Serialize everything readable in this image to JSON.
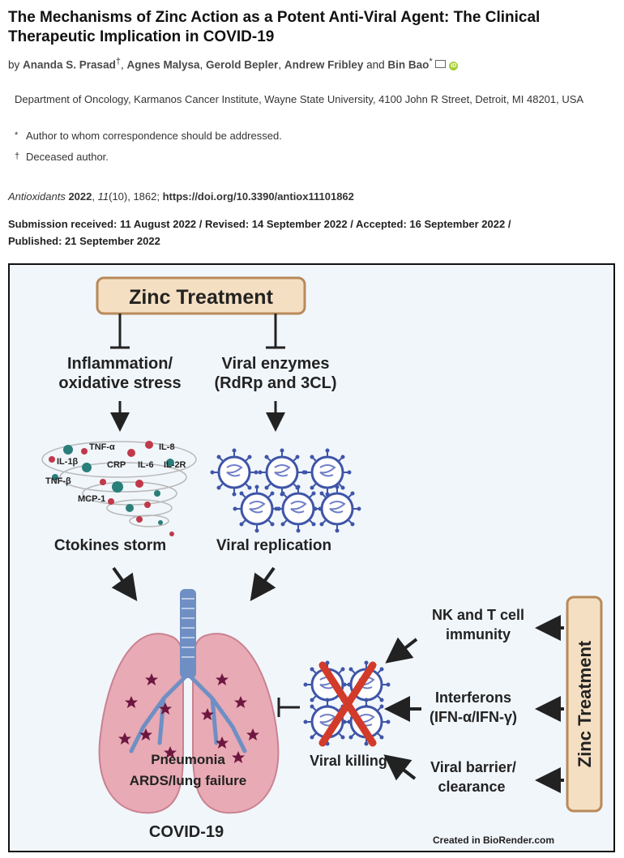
{
  "article": {
    "title": "The Mechanisms of Zinc Action as a Potent Anti-Viral Agent: The Clinical Therapeutic Implication in COVID-19",
    "by": "by",
    "authors": [
      {
        "name": "Ananda S. Prasad",
        "mark": "†"
      },
      {
        "name": "Agnes Malysa",
        "mark": ""
      },
      {
        "name": "Gerold Bepler",
        "mark": ""
      },
      {
        "name": "Andrew Fribley",
        "mark": ""
      },
      {
        "name": "Bin Bao",
        "mark": "*"
      }
    ],
    "and": "and",
    "affiliation": "Department of Oncology, Karmanos Cancer Institute, Wayne State University, 4100 John R Street, Detroit, MI 48201, USA",
    "notes": [
      {
        "mark": "*",
        "text": "Author to whom correspondence should be addressed."
      },
      {
        "mark": "†",
        "text": "Deceased author."
      }
    ],
    "citation": {
      "journal": "Antioxidants",
      "year": "2022",
      "volume": "11",
      "issue": "(10), 1862;",
      "doi": "https://doi.org/10.3390/antiox11101862"
    },
    "dates_line1": "Submission received: 11 August 2022 / Revised: 14 September 2022 / Accepted: 16 September 2022 /",
    "dates_line2": "Published: 21 September 2022"
  },
  "figure": {
    "top_box": "Zinc Treatment",
    "left_target_1": "Inflammation/",
    "left_target_2": "oxidative stress",
    "right_target_1": "Viral enzymes",
    "right_target_2": "(RdRp and 3CL)",
    "cytokines": [
      "IL-1β",
      "TNF-α",
      "IL-8",
      "CRP",
      "IL-6",
      "IL-2R",
      "TNF-β",
      "MCP-1"
    ],
    "left_outcome": "Ctokines storm",
    "right_outcome": "Viral replication",
    "lung_label_1": "Pneumonia",
    "lung_label_2": "ARDS/lung failure",
    "covid_label": "COVID-19",
    "viral_killing": "Viral killing",
    "mech_1a": "NK and T cell",
    "mech_1b": "immunity",
    "mech_2a": "Interferons",
    "mech_2b": "(IFN-α/IFN-γ)",
    "mech_3a": "Viral barrier/",
    "mech_3b": "clearance",
    "side_box": "Zinc Treatment",
    "credit": "Created in BioRender.com",
    "colors": {
      "box_fill": "#f5dfc2",
      "box_stroke": "#b88a5a",
      "lung": "#e8aab4",
      "trachea": "#6f8fc4",
      "virus": "#3f55a8",
      "cross": "#d23a2a"
    }
  }
}
